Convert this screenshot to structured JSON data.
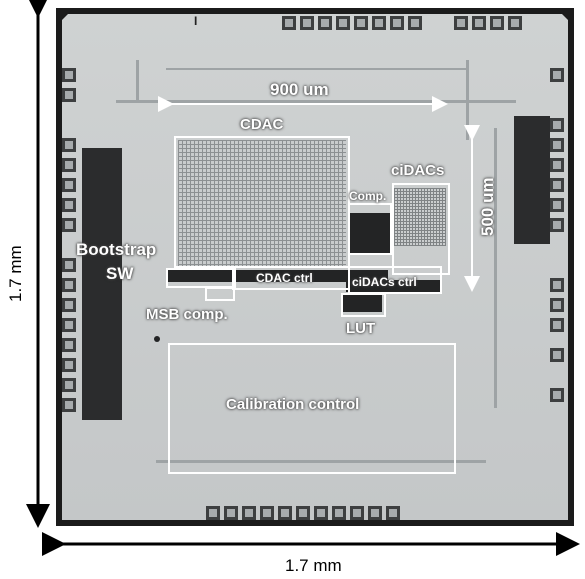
{
  "labels": {
    "width_900": "900 um",
    "cdac": "CDAC",
    "comp": "Comp.",
    "cidacs": "ciDACs",
    "height_500": "500 um",
    "bootstrap": "Bootstrap",
    "sw": "SW",
    "cdac_ctrl": "CDAC ctrl",
    "cidacs_ctrl": "ciDACs ctrl",
    "msb_comp": "MSB comp.",
    "lut": "LUT",
    "calibration": "Calibration control",
    "top_marker": "I"
  },
  "dimensions": {
    "vertical": "1.7 mm",
    "horizontal": "1.7 mm"
  }
}
